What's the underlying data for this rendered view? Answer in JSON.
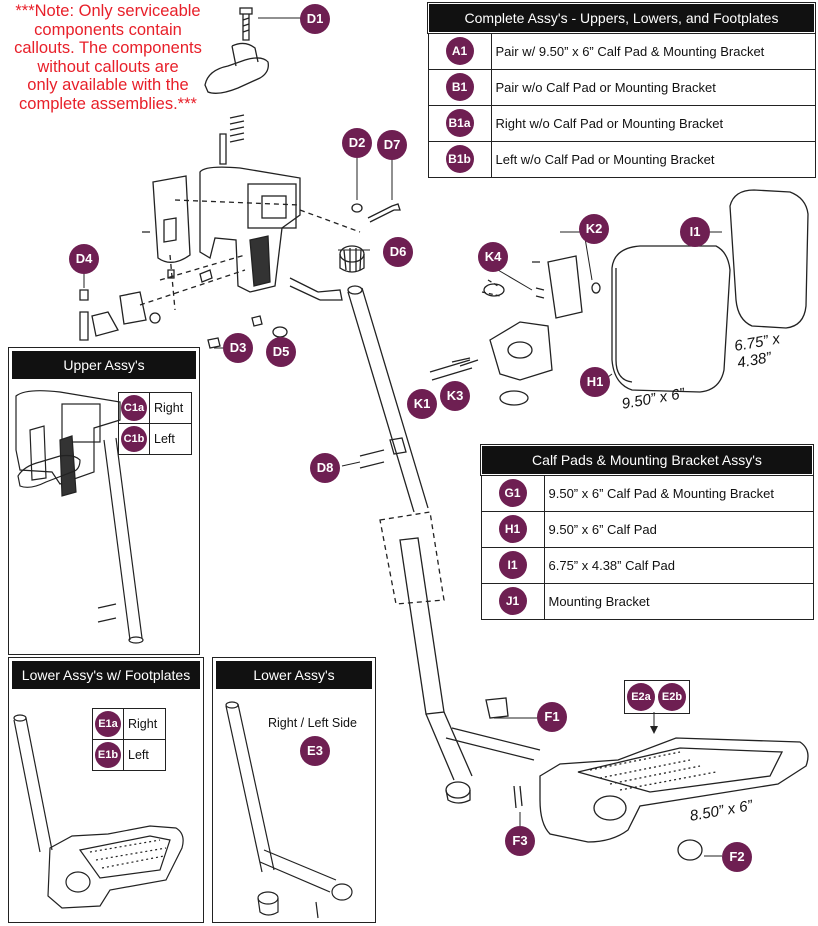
{
  "note": "***Note: Only serviceable\ncomponents contain\ncallouts. The components\nwithout callouts are\nonly available with the\ncomplete assemblies.***",
  "complete_table": {
    "title": "Complete Assy's - Uppers, Lowers, and Footplates",
    "rows": [
      {
        "code": "A1",
        "desc": "Pair w/ 9.50” x 6” Calf Pad & Mounting Bracket"
      },
      {
        "code": "B1",
        "desc": "Pair w/o Calf Pad or Mounting Bracket"
      },
      {
        "code": "B1a",
        "desc": "Right w/o Calf Pad or Mounting Bracket"
      },
      {
        "code": "B1b",
        "desc": "Left w/o Calf Pad or Mounting Bracket"
      }
    ]
  },
  "calf_table": {
    "title": "Calf Pads & Mounting Bracket Assy's",
    "rows": [
      {
        "code": "G1",
        "desc": "9.50” x 6” Calf Pad & Mounting Bracket"
      },
      {
        "code": "H1",
        "desc": "9.50” x 6” Calf Pad"
      },
      {
        "code": "I1",
        "desc": "6.75” x 4.38” Calf Pad"
      },
      {
        "code": "J1",
        "desc": "Mounting Bracket"
      }
    ]
  },
  "upper_box": {
    "title": "Upper Assy's",
    "rows": [
      {
        "code": "C1a",
        "label": "Right"
      },
      {
        "code": "C1b",
        "label": "Left"
      }
    ]
  },
  "lower_fp_box": {
    "title": "Lower Assy's w/ Footplates",
    "rows": [
      {
        "code": "E1a",
        "label": "Right"
      },
      {
        "code": "E1b",
        "label": "Left"
      }
    ]
  },
  "lower_box": {
    "title": "Lower Assy's",
    "side_label": "Right / Left Side",
    "code": "E3"
  },
  "callouts": {
    "d1": "D1",
    "d2": "D2",
    "d3": "D3",
    "d4": "D4",
    "d5": "D5",
    "d6": "D6",
    "d7": "D7",
    "d8": "D8",
    "k1": "K1",
    "k2": "K2",
    "k3": "K3",
    "k4": "K4",
    "h1": "H1",
    "i1": "I1",
    "f1": "F1",
    "f2": "F2",
    "f3": "F3",
    "e2a": "E2a",
    "e2b": "E2b"
  },
  "dimensions": {
    "calf_large": "9.50” x 6”",
    "calf_small": "6.75” x 4.38”",
    "footplate": "8.50” x 6”"
  },
  "colors": {
    "badge": "#6e1f52",
    "note": "#e8202a",
    "header": "#111111"
  }
}
